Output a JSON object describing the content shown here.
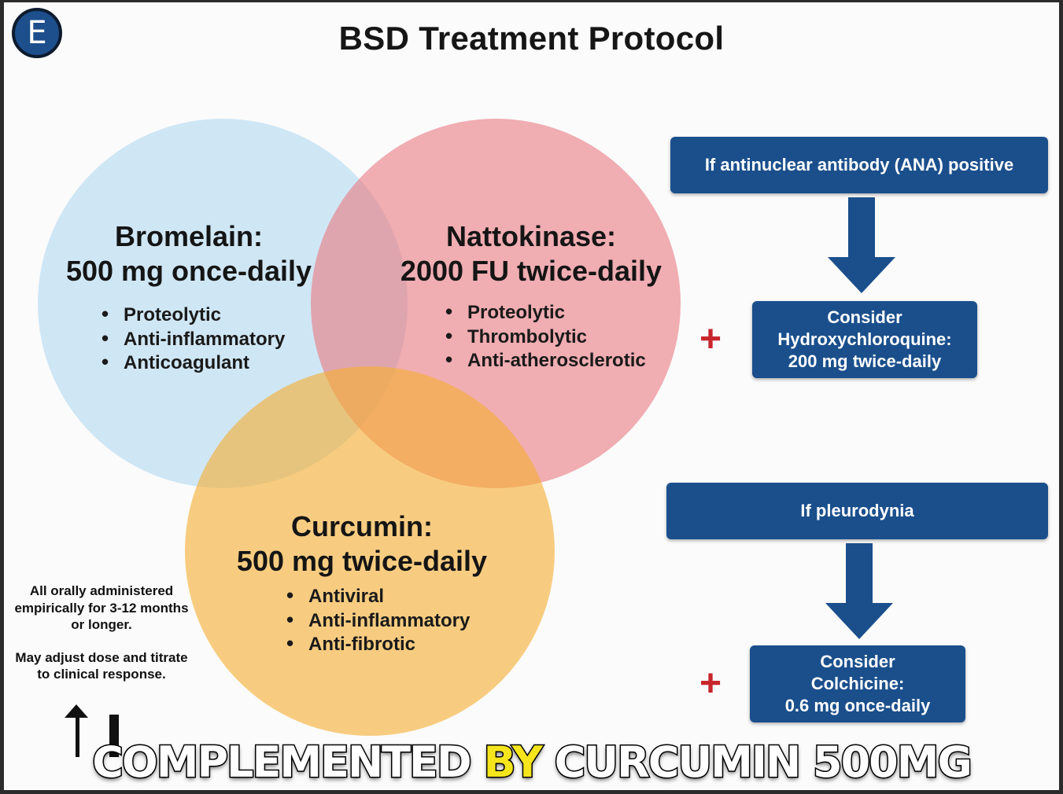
{
  "title": "BSD Treatment Protocol",
  "logo_letter": "E",
  "colors": {
    "bromelain": "#bedef2",
    "nattokinase": "#e97c85",
    "curcumin": "#f6ae34",
    "box": "#1a4f8c",
    "plus": "#c8262e",
    "caption_highlight": "#f4e51c"
  },
  "drugs": {
    "bromelain": {
      "name": "Bromelain:",
      "dose": "500 mg once-daily",
      "properties": [
        "Proteolytic",
        "Anti-inflammatory",
        "Anticoagulant"
      ]
    },
    "nattokinase": {
      "name": "Nattokinase:",
      "dose": "2000 FU twice-daily",
      "properties": [
        "Proteolytic",
        "Thrombolytic",
        "Anti-atherosclerotic"
      ]
    },
    "curcumin": {
      "name": "Curcumin:",
      "dose": "500 mg twice-daily",
      "properties": [
        "Antiviral",
        "Anti-inflammatory",
        "Anti-fibrotic"
      ]
    }
  },
  "pathways": [
    {
      "condition": "If antinuclear antibody (ANA) positive",
      "consider": [
        "Consider",
        "Hydroxychloroquine:",
        "200 mg twice-daily"
      ],
      "plus": "+",
      "arrow_icon": "down-arrow-icon"
    },
    {
      "condition": "If pleurodynia",
      "consider": [
        "Consider",
        "Colchicine:",
        "0.6 mg once-daily"
      ],
      "plus": "+",
      "arrow_icon": "down-arrow-icon"
    }
  ],
  "notes": [
    "All orally administered empirically for 3-12 months or longer.",
    "May adjust dose and titrate to clinical response."
  ],
  "caption": {
    "words": [
      "COMPLEMENTED",
      "BY",
      "CURCUMIN",
      "500MG"
    ],
    "highlight": "BY"
  }
}
